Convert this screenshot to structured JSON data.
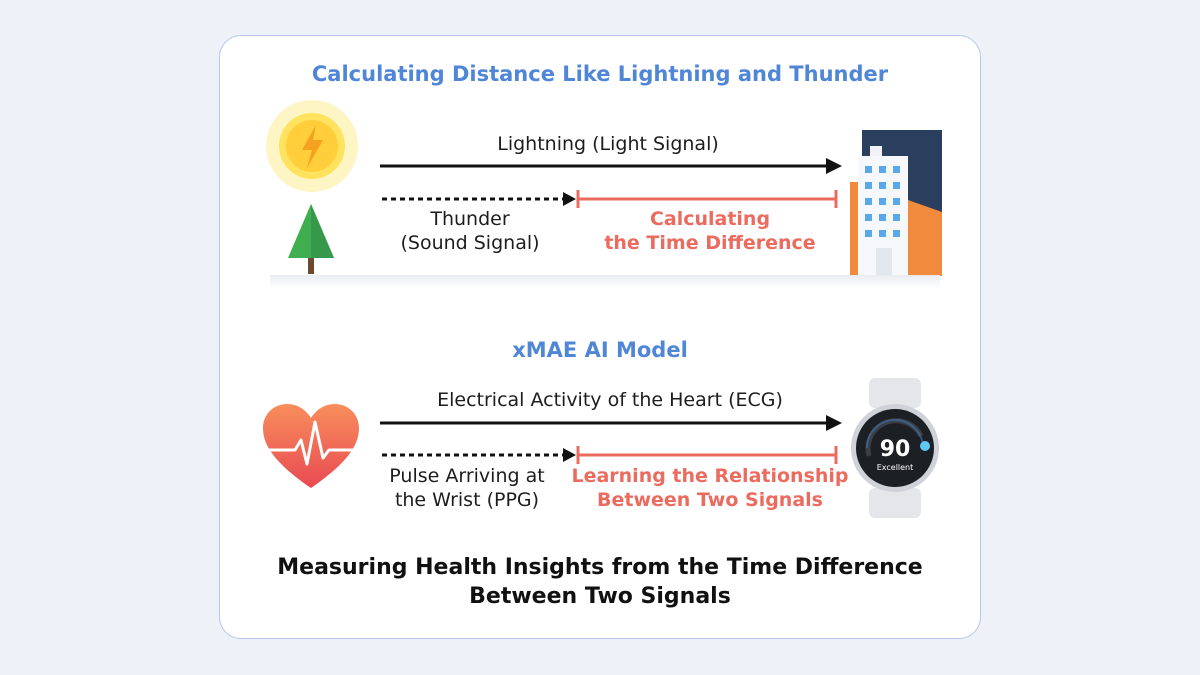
{
  "section1": {
    "title": "Calculating Distance Like Lightning and Thunder",
    "solid_label": "Lightning (Light Signal)",
    "dotted_label_line1": "Thunder",
    "dotted_label_line2": "(Sound Signal)",
    "diff_label_line1": "Calculating",
    "diff_label_line2": "the Time Difference"
  },
  "section2": {
    "title": "xMAE AI Model",
    "solid_label": "Electrical Activity of the Heart (ECG)",
    "dotted_label_line1": "Pulse Arriving at",
    "dotted_label_line2": "the Wrist (PPG)",
    "diff_label_line1": "Learning the Relationship",
    "diff_label_line2": "Between Two Signals",
    "watch_value": "90",
    "watch_status": "Excellent"
  },
  "footer": {
    "line1": "Measuring Health Insights from the Time Difference",
    "line2": "Between Two Signals"
  },
  "colors": {
    "title_blue": "#4f86d8",
    "accent_red": "#ec6b5f",
    "card_border": "#b7c6e6"
  },
  "icons": {
    "section1_left": "lightning-bulb-icon",
    "section1_tree": "tree-icon",
    "section1_right": "building-icon",
    "section2_left": "heart-ecg-icon",
    "section2_right": "smartwatch-icon"
  }
}
